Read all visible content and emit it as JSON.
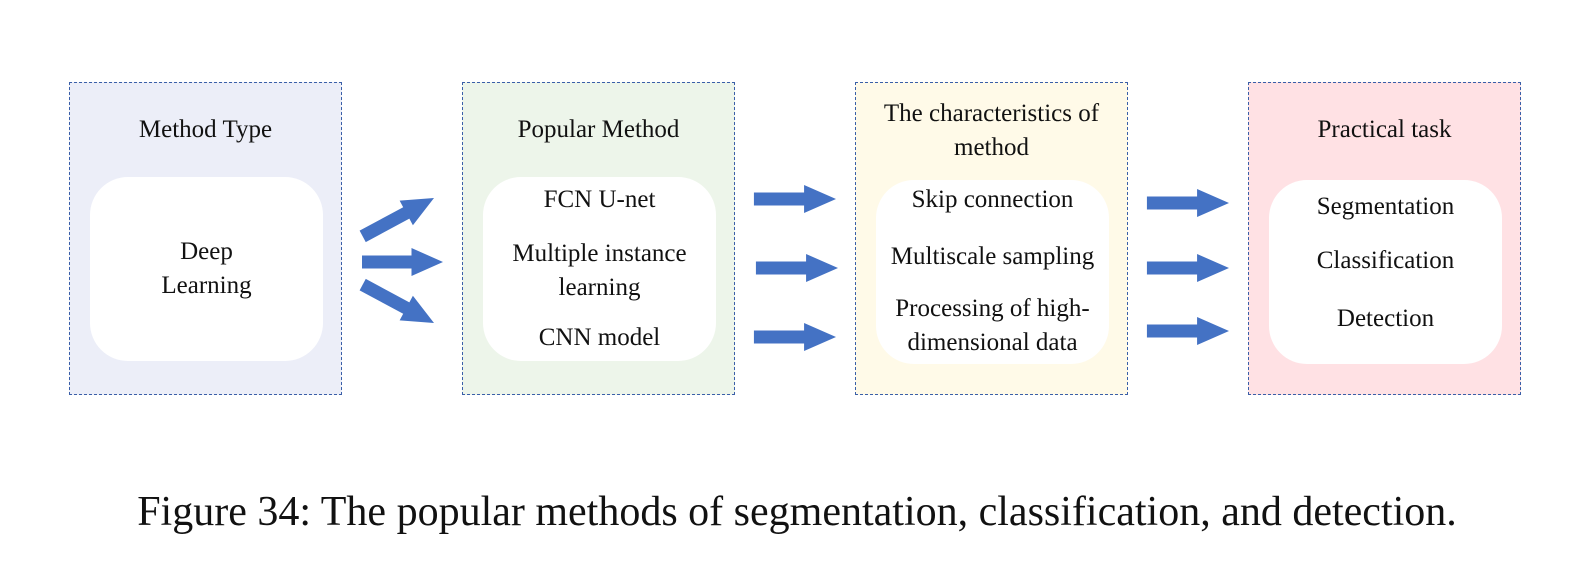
{
  "diagram": {
    "colors": {
      "method_type_bg": "#eceef8",
      "popular_method_bg": "#edf5ea",
      "characteristics_bg": "#fffae8",
      "practical_task_bg": "#ffe1e4",
      "arrow": "#4472c4",
      "border": "#3a5fa8"
    },
    "panels": [
      {
        "title": "Method Type",
        "items": [
          "Deep\nLearning"
        ]
      },
      {
        "title": "Popular Method",
        "items": [
          "FCN  U-net",
          "Multiple instance\nlearning",
          "CNN model"
        ]
      },
      {
        "title": "The characteristics\nof method",
        "items": [
          "Skip connection",
          "Multiscale sampling",
          "Processing of high-\ndimensional data"
        ]
      },
      {
        "title": "Practical task",
        "items": [
          "Segmentation",
          "Classification",
          "Detection"
        ]
      }
    ]
  },
  "caption": "Figure 34: The popular methods of segmentation, classification, and detection."
}
